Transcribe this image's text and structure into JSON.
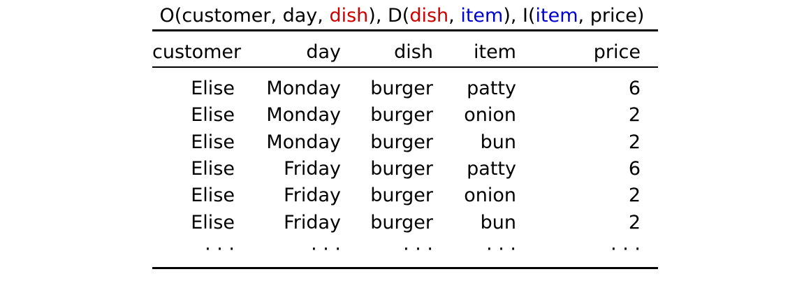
{
  "caption": {
    "o_open": "O(customer, day, ",
    "o_dish": "dish",
    "o_close_d_open": "), D(",
    "d_dish": "dish",
    "d_comma": ", ",
    "d_item": "item",
    "d_close_i_open": "), I(",
    "i_item": "item",
    "i_close": ", price)"
  },
  "colors": {
    "join_attr_dish": "#cc0000",
    "join_attr_item": "#0000cc"
  },
  "table": {
    "headers": [
      "customer",
      "day",
      "dish",
      "item",
      "price"
    ],
    "rows": [
      [
        "Elise",
        "Monday",
        "burger",
        "patty",
        "6"
      ],
      [
        "Elise",
        "Monday",
        "burger",
        "onion",
        "2"
      ],
      [
        "Elise",
        "Monday",
        "burger",
        "bun",
        "2"
      ],
      [
        "Elise",
        "Friday",
        "burger",
        "patty",
        "6"
      ],
      [
        "Elise",
        "Friday",
        "burger",
        "onion",
        "2"
      ],
      [
        "Elise",
        "Friday",
        "burger",
        "bun",
        "2"
      ],
      [
        "· · ·",
        "· · ·",
        "· · ·",
        "· · ·",
        "· · ·"
      ]
    ]
  }
}
